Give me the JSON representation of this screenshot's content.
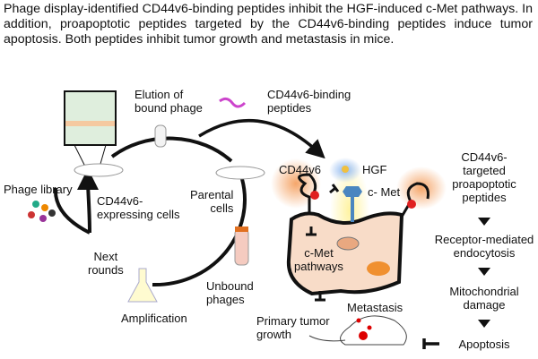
{
  "abstract": "Phage display-identified CD44v6-binding peptides inhibit the HGF-induced c-Met pathways. In addition, proapoptotic peptides targeted by the CD44v6-binding peptides induce tumor apoptosis. Both peptides inhibit tumor growth and metastasis in mice.",
  "cycle": {
    "elution": [
      "Elution of",
      "bound phage"
    ],
    "binding_peptides": [
      "CD44v6-binding",
      "peptides"
    ],
    "phage_library": "Phage library",
    "expressing_cells": [
      "CD44v6-",
      "expressing cells"
    ],
    "parental_cells": [
      "Parental",
      "cells"
    ],
    "next_rounds": [
      "Next",
      "rounds"
    ],
    "unbound": [
      "Unbound",
      "phages"
    ],
    "amplification": "Amplification"
  },
  "cell": {
    "cd44v6": "CD44v6",
    "hgf": "HGF",
    "cmet": "c- Met",
    "pathways": [
      "c-Met",
      "pathways"
    ],
    "primary": [
      "Primary tumor",
      "growth"
    ],
    "metastasis": "Metastasis"
  },
  "pathway": {
    "targeted": [
      "CD44v6-",
      "targeted",
      "proapoptotic",
      "peptides"
    ],
    "endocytosis": [
      "Receptor-mediated",
      "endocytosis"
    ],
    "mito": [
      "Mitochondrial",
      "damage"
    ],
    "apoptosis": "Apoptosis"
  },
  "colors": {
    "cell": "#f8dcc8",
    "glow": "#f5a66a",
    "phage_green": "#2aa860",
    "cmet": "#4a86c0"
  }
}
